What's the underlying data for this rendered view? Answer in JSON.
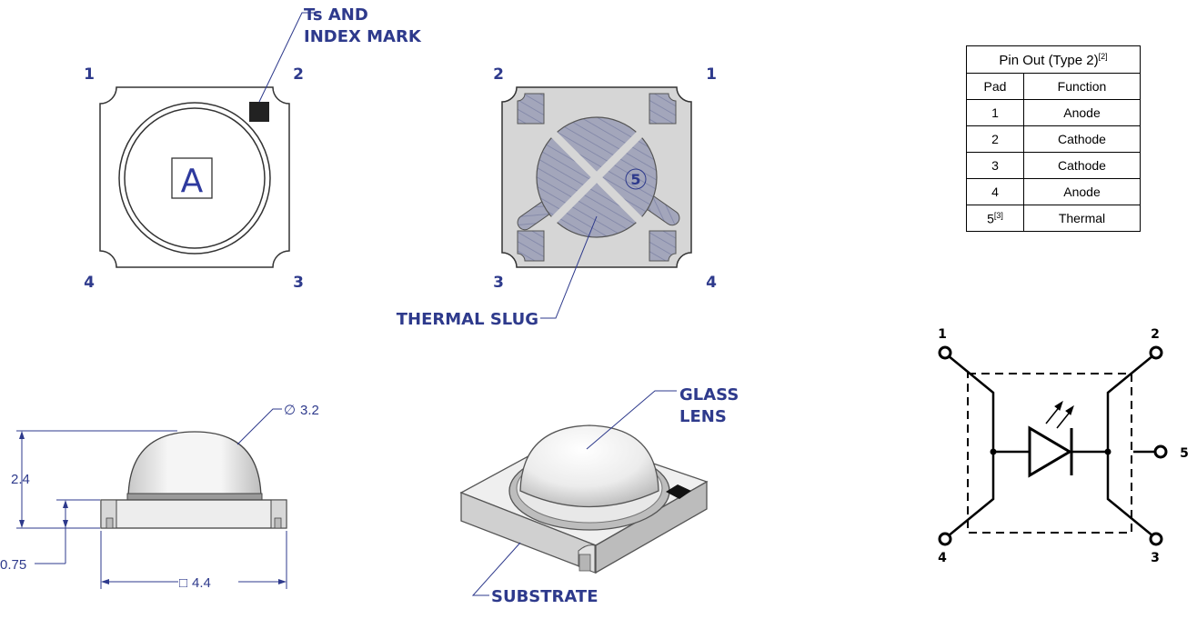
{
  "top_view": {
    "pin_labels": [
      "1",
      "2",
      "3",
      "4"
    ],
    "mark_letter": "A",
    "callout": [
      "Ts AND",
      "INDEX MARK"
    ]
  },
  "bottom_view": {
    "pin_labels": [
      "2",
      "1",
      "3",
      "4"
    ],
    "thermal_pad_number": "5",
    "callout": "THERMAL SLUG"
  },
  "side_view": {
    "diameter": "3.2",
    "height_total": "2.4",
    "height_substrate": "0.75",
    "width": "4.4",
    "diameter_symbol": "∅",
    "square_symbol": "□"
  },
  "iso_view": {
    "lens_callout": [
      "GLASS",
      "LENS"
    ],
    "substrate_callout": "SUBSTRATE"
  },
  "pin_table": {
    "title": "Pin Out (Type 2)",
    "title_note": "[2]",
    "headers": [
      "Pad",
      "Function"
    ],
    "rows": [
      {
        "pad": "1",
        "note": "",
        "function": "Anode"
      },
      {
        "pad": "2",
        "note": "",
        "function": "Cathode"
      },
      {
        "pad": "3",
        "note": "",
        "function": "Cathode"
      },
      {
        "pad": "4",
        "note": "",
        "function": "Anode"
      },
      {
        "pad": "5",
        "note": "[3]",
        "function": "Thermal"
      }
    ]
  },
  "schematic": {
    "pins": [
      "1",
      "2",
      "3",
      "4",
      "5"
    ]
  },
  "colors": {
    "label_blue": "#2e3a8c",
    "pad_fill": "#a3a6bb",
    "substrate_fill": "#d6d6d6"
  }
}
